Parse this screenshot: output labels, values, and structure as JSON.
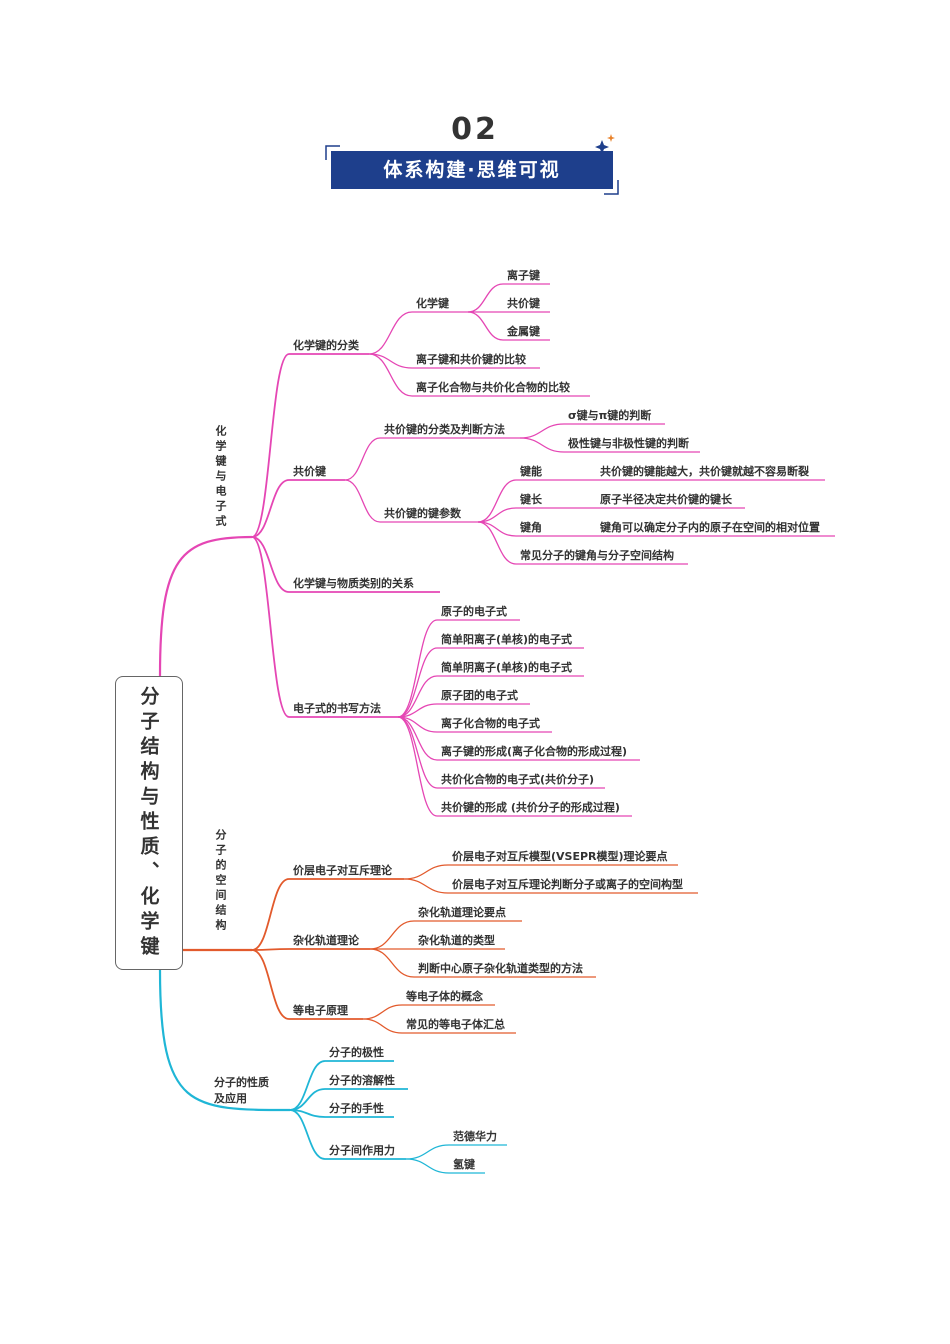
{
  "header": {
    "number": "02",
    "title": "体系构建·思维可视"
  },
  "root": "分子结构与性质、化学键",
  "colors": {
    "pink": "#e546b4",
    "orange": "#e25a2c",
    "cyan": "#1fb6d6",
    "banner": "#1e3f8c"
  },
  "branches": [
    {
      "key": "b1",
      "label": "化学键与电子式",
      "color": "#e546b4",
      "children": [
        {
          "label": "化学键的分类",
          "children": [
            {
              "label": "化学键",
              "children": [
                {
                  "label": "离子键"
                },
                {
                  "label": "共价键"
                },
                {
                  "label": "金属键"
                }
              ]
            },
            {
              "label": "离子键和共价键的比较"
            },
            {
              "label": "离子化合物与共价化合物的比较"
            }
          ]
        },
        {
          "label": "共价键",
          "children": [
            {
              "label": "共价键的分类及判断方法",
              "children": [
                {
                  "label": "σ键与π键的判断"
                },
                {
                  "label": "极性键与非极性键的判断"
                }
              ]
            },
            {
              "label": "共价键的键参数",
              "children": [
                {
                  "label": "键能",
                  "children": [
                    {
                      "label": "共价键的键能越大，共价键就越不容易断裂"
                    }
                  ]
                },
                {
                  "label": "键长",
                  "children": [
                    {
                      "label": "原子半径决定共价键的键长"
                    }
                  ]
                },
                {
                  "label": "键角",
                  "children": [
                    {
                      "label": "键角可以确定分子内的原子在空间的相对位置"
                    }
                  ]
                },
                {
                  "label": "常见分子的键角与分子空间结构"
                }
              ]
            }
          ]
        },
        {
          "label": "化学键与物质类别的关系"
        },
        {
          "label": "电子式的书写方法",
          "children": [
            {
              "label": "原子的电子式"
            },
            {
              "label": "简单阳离子(单核)的电子式"
            },
            {
              "label": "简单阴离子(单核)的电子式"
            },
            {
              "label": "原子团的电子式"
            },
            {
              "label": "离子化合物的电子式"
            },
            {
              "label": "离子键的形成(离子化合物的形成过程)"
            },
            {
              "label": "共价化合物的电子式(共价分子)"
            },
            {
              "label": "共价键的形成 (共价分子的形成过程)"
            }
          ]
        }
      ]
    },
    {
      "key": "b2",
      "label": "分子的空间结构",
      "color": "#e25a2c",
      "children": [
        {
          "label": "价层电子对互斥理论",
          "children": [
            {
              "label": "价层电子对互斥模型(VSEPR模型)理论要点"
            },
            {
              "label": "价层电子对互斥理论判断分子或离子的空间构型"
            }
          ]
        },
        {
          "label": "杂化轨道理论",
          "children": [
            {
              "label": "杂化轨道理论要点"
            },
            {
              "label": "杂化轨道的类型"
            },
            {
              "label": "判断中心原子杂化轨道类型的方法"
            }
          ]
        },
        {
          "label": "等电子原理",
          "children": [
            {
              "label": "等电子体的概念"
            },
            {
              "label": "常见的等电子体汇总"
            }
          ]
        }
      ]
    },
    {
      "key": "b3",
      "label": "分子的性质及应用",
      "color": "#1fb6d6",
      "children": [
        {
          "label": "分子的极性"
        },
        {
          "label": "分子的溶解性"
        },
        {
          "label": "分子的手性"
        },
        {
          "label": "分子间作用力",
          "children": [
            {
              "label": "范德华力"
            },
            {
              "label": "氢键"
            }
          ]
        }
      ]
    }
  ]
}
